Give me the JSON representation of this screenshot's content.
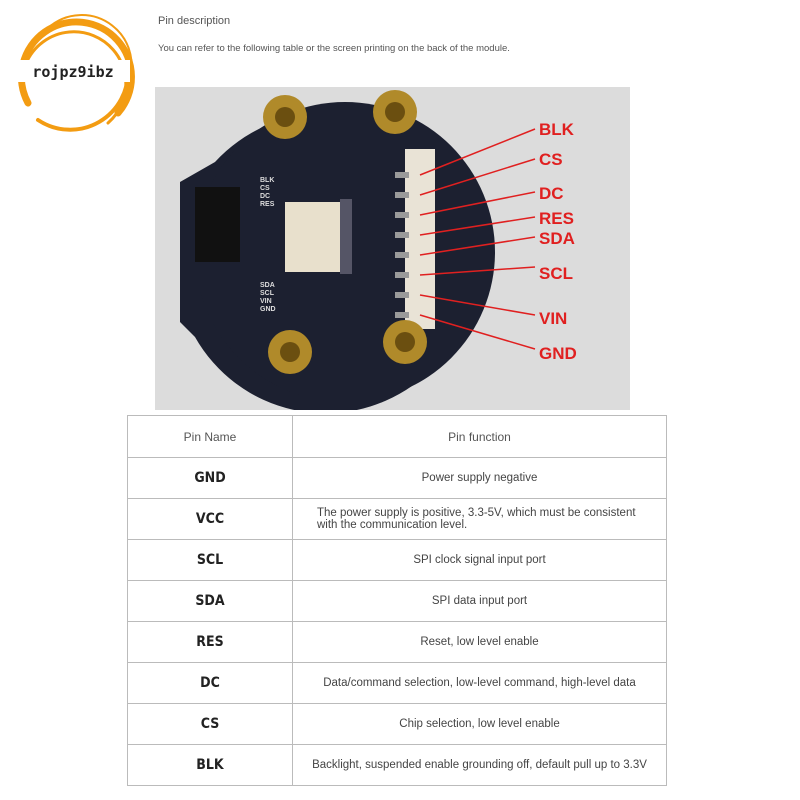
{
  "logo": {
    "text": "rojpz9ibz",
    "color": "#f39c12"
  },
  "header": {
    "title": "Pin description",
    "description": "You can refer to the following table or the screen printing on the back of the module."
  },
  "photo": {
    "labels": [
      "BLK",
      "CS",
      "DC",
      "RES",
      "SDA",
      "SCL",
      "VIN",
      "GND"
    ],
    "silkscreen": [
      "BLK",
      "CS",
      "DC",
      "RES",
      "SDA",
      "SCL",
      "VIN",
      "GND"
    ],
    "label_color": "#e02020"
  },
  "table": {
    "headers": [
      "Pin Name",
      "Pin function"
    ],
    "rows": [
      {
        "name": "GND",
        "function": "Power supply negative"
      },
      {
        "name": "VCC",
        "function": "The power supply is positive, 3.3-5V, which must be consistent with the communication level."
      },
      {
        "name": "SCL",
        "function": "SPI clock signal input port"
      },
      {
        "name": "SDA",
        "function": "SPI data input port"
      },
      {
        "name": "RES",
        "function": "Reset, low level enable"
      },
      {
        "name": "DC",
        "function": "Data/command selection, low-level command, high-level data"
      },
      {
        "name": "CS",
        "function": "Chip selection, low level enable"
      },
      {
        "name": "BLK",
        "function": "Backlight, suspended enable grounding off, default pull up to 3.3V"
      }
    ]
  }
}
